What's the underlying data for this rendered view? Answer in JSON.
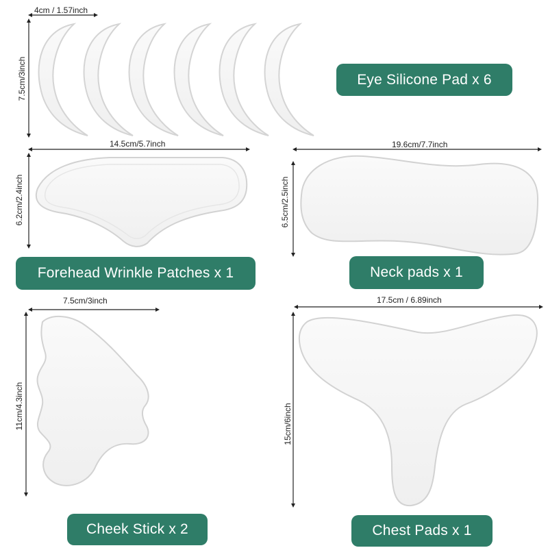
{
  "colors": {
    "badge_background": "#2f7d68",
    "badge_text": "#ffffff",
    "pad_fill": "#f4f4f4",
    "pad_edge": "#d6d6d6",
    "dimension_line": "#222222"
  },
  "eye_pads": {
    "width_label": "4cm / 1.57inch",
    "height_label": "7.5cm/3inch",
    "badge": "Eye Silicone Pad x 6",
    "count": 6
  },
  "forehead_patch": {
    "width_label": "14.5cm/5.7inch",
    "height_label": "6.2cm/2.4inch",
    "badge": "Forehead Wrinkle Patches x 1"
  },
  "neck_pad": {
    "width_label": "19.6cm/7.7inch",
    "height_label": "6.5cm/2.5inch",
    "badge": "Neck pads x 1"
  },
  "cheek_stick": {
    "width_label": "7.5cm/3inch",
    "height_label": "11cm/4.3inch",
    "badge": "Cheek Stick x 2"
  },
  "chest_pad": {
    "width_label": "17.5cm / 6.89inch",
    "height_label": "15cm/6inch",
    "badge": "Chest Pads x 1"
  }
}
